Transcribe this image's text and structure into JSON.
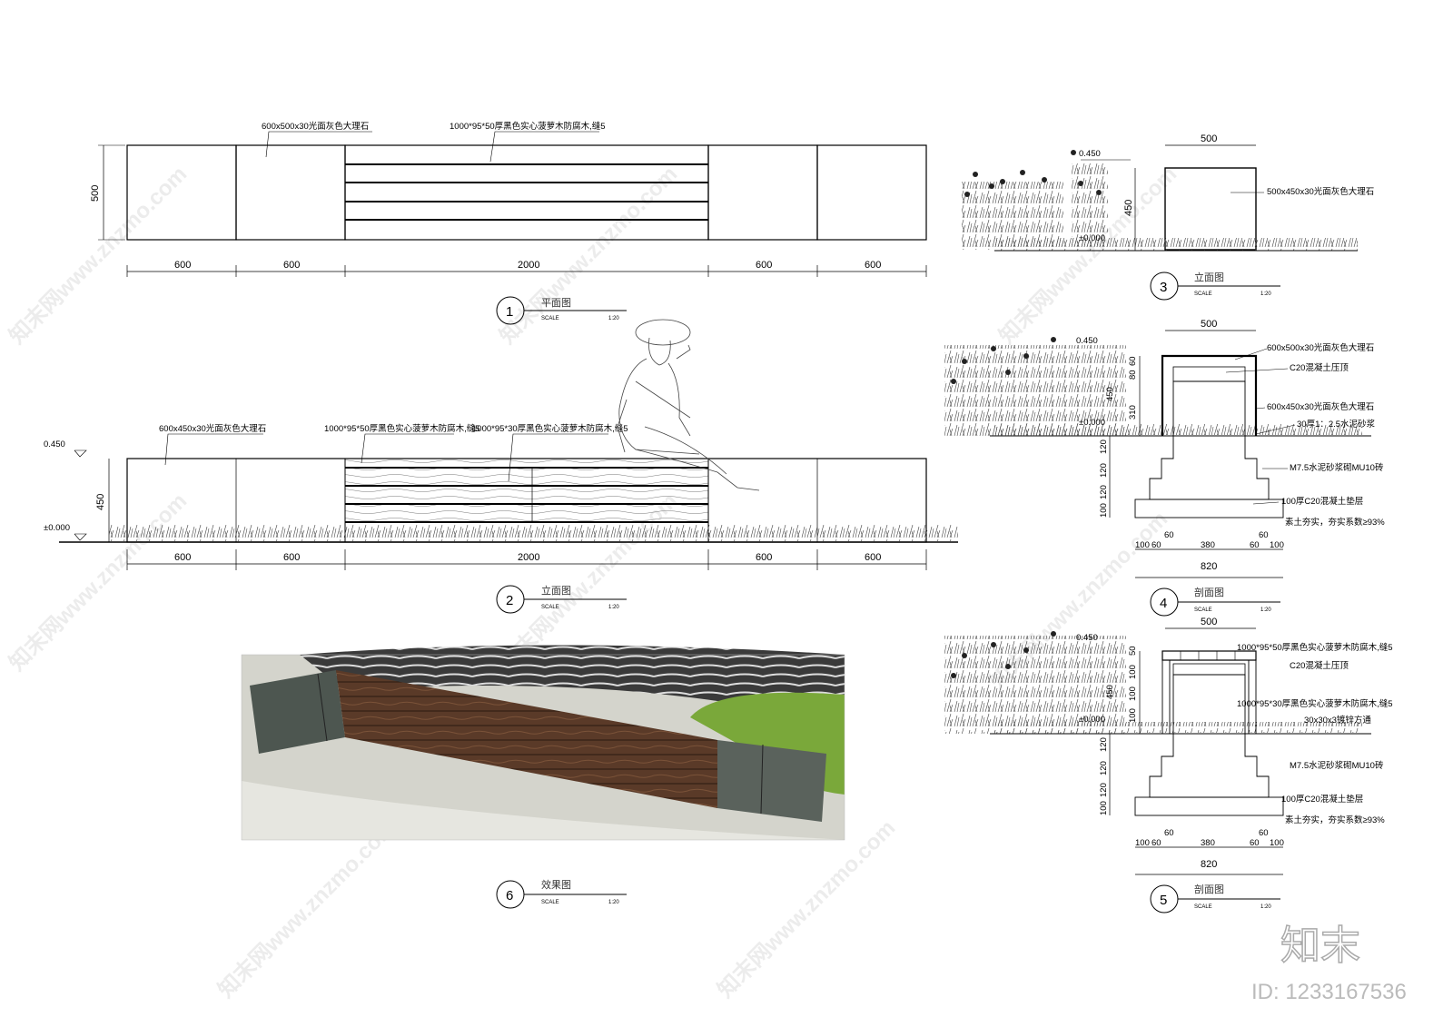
{
  "view1": {
    "number": "1",
    "title": "平面图",
    "scale_label": "SCALE",
    "scale_value": "1:20",
    "dims": [
      "600",
      "600",
      "2000",
      "600",
      "600"
    ],
    "height": "500",
    "notes": [
      "600x500x30光面灰色大理石",
      "1000*95*50厚黑色实心菠萝木防腐木,缝5"
    ]
  },
  "view2": {
    "number": "2",
    "title": "立面图",
    "scale_label": "SCALE",
    "scale_value": "1:20",
    "dims": [
      "600",
      "600",
      "2000",
      "600",
      "600"
    ],
    "height": "450",
    "levels": [
      "0.450",
      "±0.000"
    ],
    "notes": [
      "600x450x30光面灰色大理石",
      "1000*95*50厚黑色实心菠萝木防腐木,缝5",
      "1000*95*30厚黑色实心菠萝木防腐木,缝5"
    ]
  },
  "view3": {
    "number": "3",
    "title": "立面图",
    "scale_label": "SCALE",
    "scale_value": "1:20",
    "width": "500",
    "height": "450",
    "levels": [
      "0.450",
      "±0.000"
    ],
    "notes": [
      "500x450x30光面灰色大理石"
    ]
  },
  "view4": {
    "number": "4",
    "title": "剖面图",
    "scale_label": "SCALE",
    "scale_value": "1:20",
    "width": "500",
    "levels": [
      "0.450",
      "±0.000"
    ],
    "vdims": [
      "80",
      "60",
      "310",
      "450",
      "120",
      "120",
      "120",
      "100"
    ],
    "bdims": [
      "100",
      "60",
      "60",
      "380",
      "60",
      "60",
      "100"
    ],
    "total": "820",
    "notes": [
      "600x500x30光面灰色大理石",
      "C20混凝土压顶",
      "600x450x30光面灰色大理石",
      "30厚1：2.5水泥砂浆",
      "M7.5水泥砂浆砌MU10砖",
      "100厚C20混凝土垫层",
      "素土夯实，夯实系数≥93%"
    ]
  },
  "view5": {
    "number": "5",
    "title": "剖面图",
    "scale_label": "SCALE",
    "scale_value": "1:20",
    "width": "500",
    "levels": [
      "0.450",
      "±0.000"
    ],
    "vdims": [
      "50",
      "100",
      "100",
      "100",
      "450",
      "120",
      "120",
      "120",
      "100"
    ],
    "bdims": [
      "100",
      "60",
      "60",
      "380",
      "60",
      "60",
      "100"
    ],
    "total": "820",
    "notes": [
      "1000*95*50厚黑色实心菠萝木防腐木,缝5",
      "C20混凝土压顶",
      "1000*95*30厚黑色实心菠萝木防腐木,缝5",
      "30x30x3镀锌方通",
      "M7.5水泥砂浆砌MU10砖",
      "100厚C20混凝土垫层",
      "素土夯实，夯实系数≥93%"
    ]
  },
  "view6": {
    "number": "6",
    "title": "效果图",
    "scale_label": "SCALE",
    "scale_value": "1:20"
  },
  "brand": {
    "logo": "知末",
    "id_text": "ID: 1233167536"
  },
  "watermark": "知末网www.znzmo.com",
  "colors": {
    "wood": "#5a3a28",
    "stone": "#4d5650",
    "grass": "#7aa83a",
    "line": "#000000"
  }
}
